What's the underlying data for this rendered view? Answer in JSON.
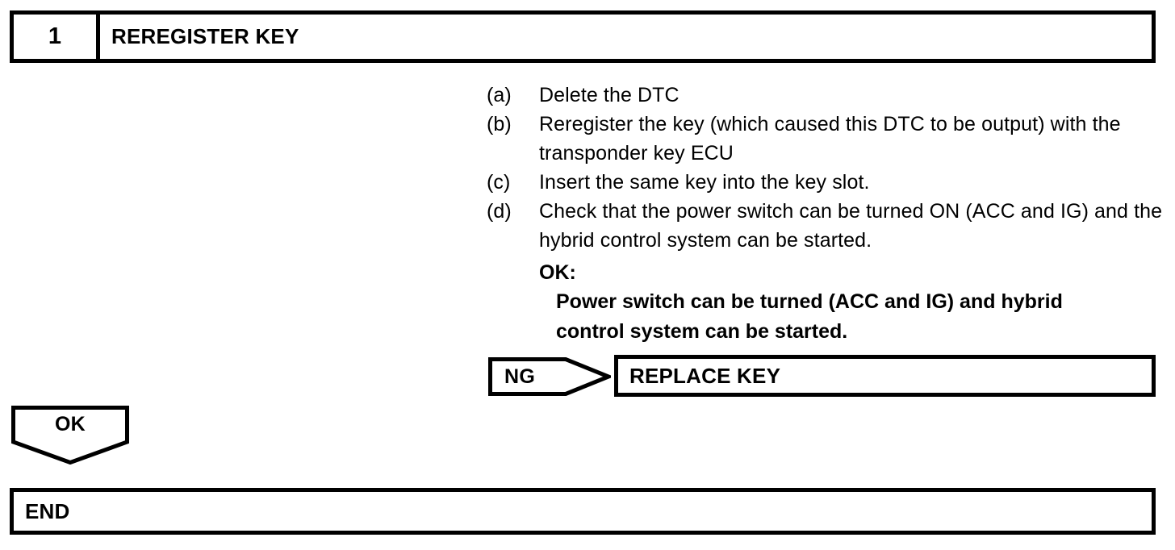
{
  "step": {
    "number": "1",
    "title": "REREGISTER KEY"
  },
  "instructions": [
    {
      "label": "(a)",
      "text": "Delete the DTC"
    },
    {
      "label": "(b)",
      "text": "Reregister the key (which caused this DTC to be output) with the transponder key ECU"
    },
    {
      "label": "(c)",
      "text": "Insert the same key into the key slot."
    },
    {
      "label": "(d)",
      "text": "Check that the power switch can be turned ON (ACC and IG) and the hybrid control system can be started."
    }
  ],
  "result": {
    "ok_label": "OK:",
    "ok_detail": "Power switch can be turned (ACC and IG) and hybrid control system can be started."
  },
  "branches": {
    "ng_tag": "NG",
    "ng_target": "REPLACE KEY",
    "ok_tag": "OK"
  },
  "terminator": {
    "label": "END"
  },
  "colors": {
    "line": "#000000",
    "background": "#ffffff"
  }
}
